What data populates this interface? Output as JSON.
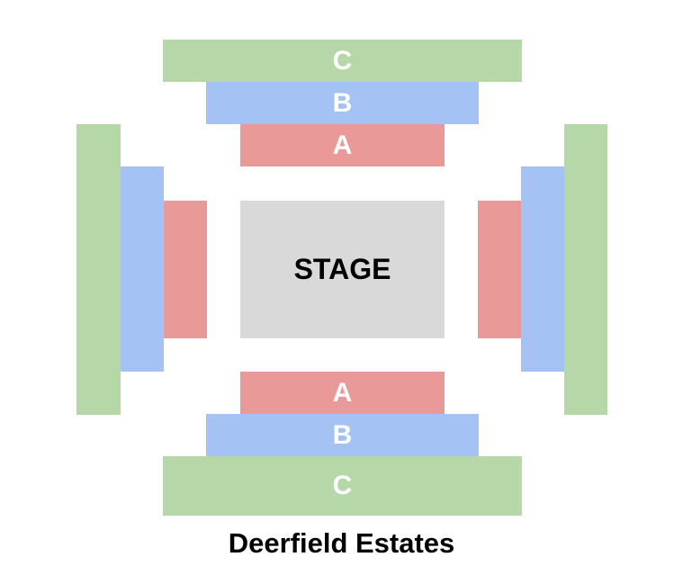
{
  "colors": {
    "section_c": "#b6d7a8",
    "section_b": "#a4c2f4",
    "section_a": "#ea9999",
    "stage": "#d9d9d9"
  },
  "stage": {
    "label": "STAGE"
  },
  "top_sections": {
    "c": "C",
    "b": "B",
    "a": "A"
  },
  "bottom_sections": {
    "a": "A",
    "b": "B",
    "c": "C"
  },
  "venue": {
    "title": "Deerfield Estates"
  }
}
